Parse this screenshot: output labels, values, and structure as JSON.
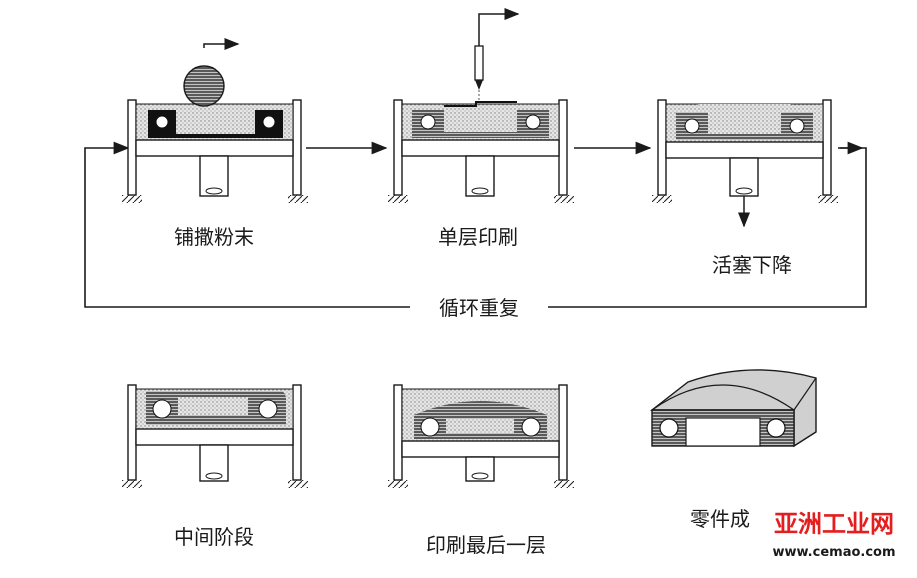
{
  "steps": {
    "spread_powder": "铺撒粉末",
    "single_layer_print": "单层印刷",
    "piston_lower": "活塞下降",
    "cycle_repeat": "循环重复",
    "intermediate_stage": "中间阶段",
    "print_last_layer": "印刷最后一层",
    "finished_part": "零件成"
  },
  "watermark": {
    "title": "亚洲工业网",
    "url": "www.cemao.com",
    "color": "#e41e1e"
  },
  "colors": {
    "line": "#1a1a1a",
    "powder": "#d6d6d6",
    "part": "#3a3a3a",
    "dark": "#111111"
  }
}
